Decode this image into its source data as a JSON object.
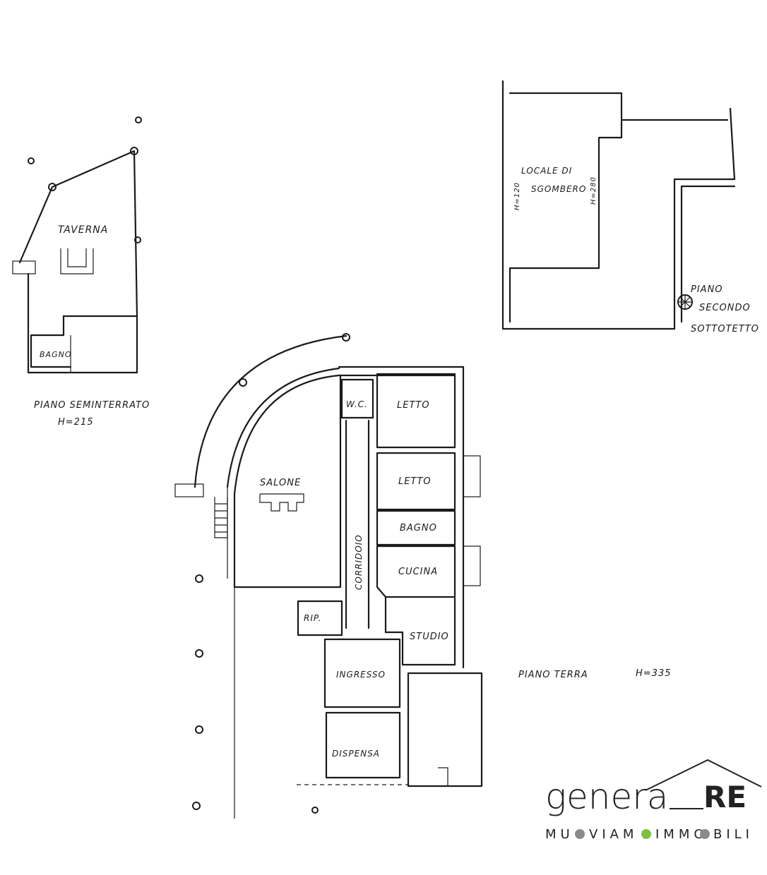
{
  "basement": {
    "rooms": {
      "taverna": "TAVERNA",
      "bagno": "BAGNO"
    },
    "title": "PIANO SEMINTERRATO",
    "height": "H=215"
  },
  "ground": {
    "rooms": {
      "wc": "W.C.",
      "letto1": "LETTO",
      "letto2": "LETTO",
      "bagno": "BAGNO",
      "cucina": "CUCINA",
      "studio": "STUDIO",
      "salone": "SALONE",
      "corridoio": "CORRIDOIO",
      "rip": "RIP.",
      "ingresso": "INGRESSO",
      "dispensa": "DISPENSA"
    },
    "title": "PIANO TERRA",
    "height": "H=335"
  },
  "attic": {
    "room_line1": "LOCALE DI",
    "room_line2": "SGOMBERO",
    "h_left": "H=120",
    "h_right": "H=280",
    "title_line1": "PIANO",
    "title_line2": "SECONDO",
    "title_line3": "SOTTOTETTO"
  },
  "logo": {
    "brand_light": "genera",
    "brand_bold": "RE",
    "tagline": [
      "MU",
      "VIAM",
      "IMMO",
      "BILI"
    ],
    "colors": {
      "gray": "#8a8a8a",
      "green": "#7dc142",
      "dark": "#222222"
    }
  }
}
